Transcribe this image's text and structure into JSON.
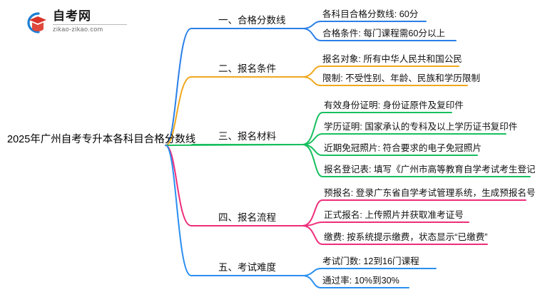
{
  "logo": {
    "name": "zikao-logo",
    "title": "自考网",
    "url": "zikao-zikao.com",
    "mark_outer_color": "#1a7fd4",
    "mark_inner_color": "#d8342b"
  },
  "mindmap": {
    "root": {
      "label": "2025年广州自考专升本各科目合格分数线"
    },
    "branches": [
      {
        "label": "一、合格分数线",
        "color": "#2a7fe8",
        "children": [
          {
            "label": "各科目合格分数线: 60分"
          },
          {
            "label": "合格条件: 每门课程需60分以上"
          }
        ]
      },
      {
        "label": "二、报名条件",
        "color": "#f0a81e",
        "children": [
          {
            "label": "报名对象: 所有中华人民共和国公民"
          },
          {
            "label": "限制: 不受性别、年龄、民族和学历限制"
          }
        ]
      },
      {
        "label": "三、报名材料",
        "color": "#17bf5e",
        "children": [
          {
            "label": "有效身份证明: 身份证原件及复印件"
          },
          {
            "label": "学历证明: 国家承认的专科及以上学历证书复印件"
          },
          {
            "label": "近期免冠照片: 符合要求的电子免冠照片"
          },
          {
            "label": "报名登记表: 填写《广州市高等教育自学考试考生登记表》"
          }
        ]
      },
      {
        "label": "四、报名流程",
        "color": "#ee2d7a",
        "children": [
          {
            "label": "预报名: 登录广东省自学考试管理系统，生成预报名号"
          },
          {
            "label": "正式报名: 上传照片并获取准考证号"
          },
          {
            "label": "缴费: 按系统提示缴费，状态显示“已缴费”"
          }
        ]
      },
      {
        "label": "五、考试难度",
        "color": "#2a8ff0",
        "children": [
          {
            "label": "考试门数: 12到16门课程"
          },
          {
            "label": "通过率: 10%到30%"
          }
        ]
      }
    ]
  }
}
